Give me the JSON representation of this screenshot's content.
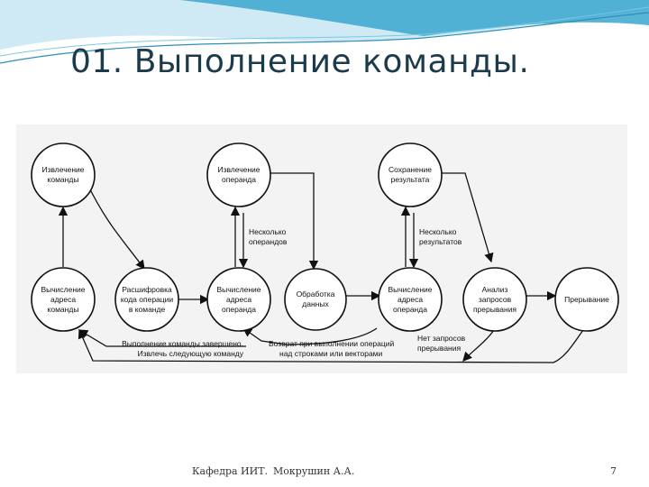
{
  "slide": {
    "title": "01. Выполнение команды.",
    "footer_department": "Кафедра ИИТ.",
    "footer_author": "Мокрушин А.А.",
    "page_number": "7"
  },
  "colors": {
    "wave_dark": "#3aa7cf",
    "wave_light": "#cfeaf5",
    "title": "#1b3a4a",
    "diagram_bg": "#f3f3f3"
  },
  "diagram": {
    "nodes": {
      "fetch_instruction": [
        "Извлечение",
        "команды"
      ],
      "fetch_operand": [
        "Извлечение",
        "операнда"
      ],
      "store_result": [
        "Сохранение",
        "результата"
      ],
      "calc_instr_addr": [
        "Вычисление",
        "адреса",
        "команды"
      ],
      "decode": [
        "Расшифровка",
        "кода операции",
        "в команде"
      ],
      "calc_operand_addr_1": [
        "Вычисление",
        "адреса",
        "операнда"
      ],
      "process_data": [
        "Обработка",
        "данных"
      ],
      "calc_operand_addr_2": [
        "Вычисление",
        "адреса",
        "операнда"
      ],
      "interrupt_check": [
        "Анализ",
        "запросов",
        "прерывания"
      ],
      "interrupt": [
        "Прерывание"
      ]
    },
    "labels": {
      "several_operands": [
        "Несколько",
        "операндов"
      ],
      "several_results": [
        "Несколько",
        "результатов"
      ],
      "next_instruction": [
        "Выполнение команды завершено.",
        "Извлечь следующую команду"
      ],
      "vector_return": [
        "Возврат при выполнении операций",
        "над строками или векторами"
      ],
      "no_interrupt": [
        "Нет запросов",
        "прерывания"
      ]
    }
  }
}
